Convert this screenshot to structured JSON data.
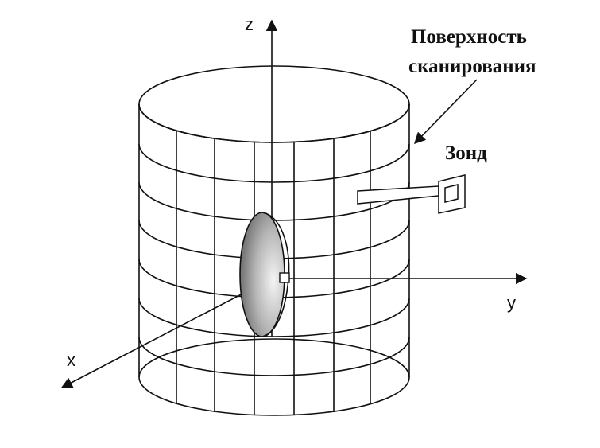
{
  "axes": {
    "z": "z",
    "y": "y",
    "x": "x"
  },
  "labels": {
    "scan_surface_line1": "Поверхность",
    "scan_surface_line2": "сканирования",
    "probe": "Зонд"
  },
  "colors": {
    "stroke": "#111111",
    "background": "#ffffff",
    "dish_dark": "#7a7a7a",
    "dish_light": "#f2f2f2"
  }
}
